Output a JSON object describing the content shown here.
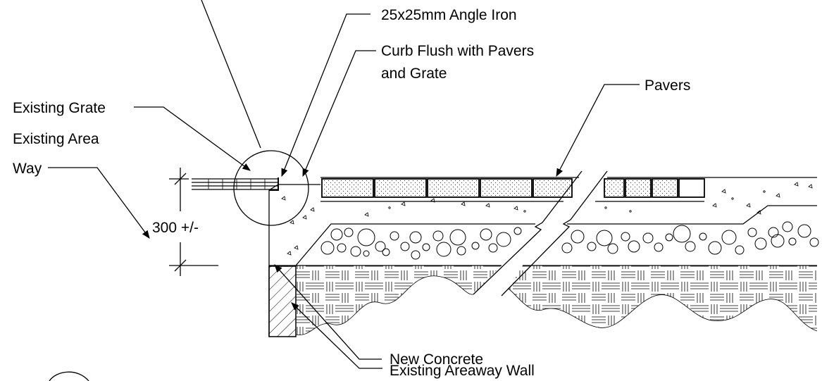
{
  "labels": {
    "angle_iron": "25x25mm Angle Iron",
    "curb_line1": "Curb Flush with Pavers",
    "curb_line2": "and Grate",
    "pavers": "Pavers",
    "existing_grate": "Existing Grate",
    "area_way_line1": "Existing Area",
    "area_way_line2": "Way",
    "dimension": "300 +/-",
    "new_concrete": "New Concrete",
    "areaway_wall": "Existing Areaway Wall"
  }
}
